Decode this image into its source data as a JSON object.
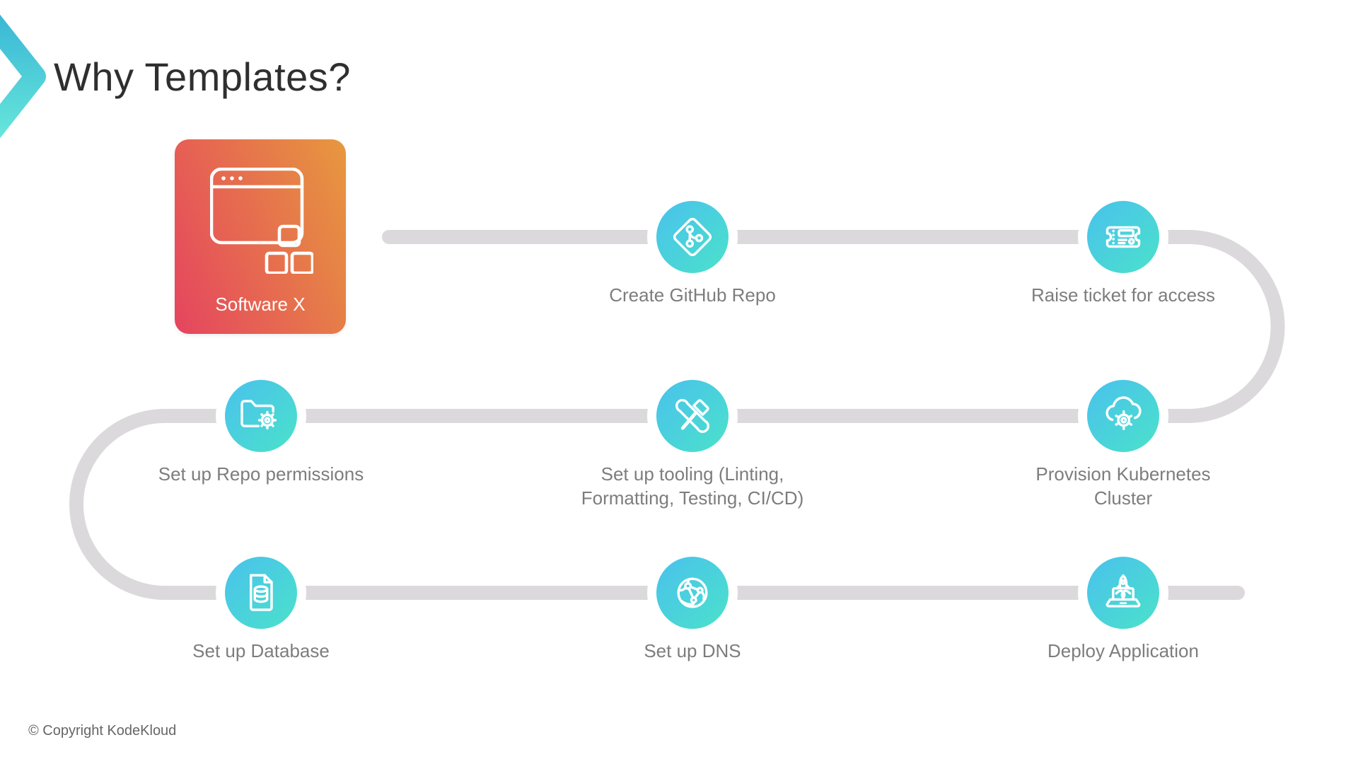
{
  "slide": {
    "title": "Why Templates?",
    "copyright": "© Copyright KodeKloud"
  },
  "brand": {
    "logo": "kodekloud-chevron-logo"
  },
  "source_card": {
    "label": "Software X",
    "icon": "app-window-icon"
  },
  "steps": [
    {
      "label": "Create GitHub Repo",
      "icon": "git-branch-icon"
    },
    {
      "label": "Raise ticket for access",
      "icon": "ticket-icon"
    },
    {
      "label": "Provision Kubernetes Cluster",
      "icon": "cloud-gear-icon"
    },
    {
      "label": "Set up tooling (Linting, Formatting, Testing, CI/CD)",
      "icon": "tools-icon"
    },
    {
      "label": "Set up Repo permissions",
      "icon": "folder-gear-icon"
    },
    {
      "label": "Set up Database",
      "icon": "document-database-icon"
    },
    {
      "label": "Set up DNS",
      "icon": "globe-network-icon"
    },
    {
      "label": "Deploy Application",
      "icon": "laptop-rocket-icon"
    }
  ],
  "colors": {
    "node_gradient_start": "#49c3eb",
    "node_gradient_end": "#4be0cc",
    "card_gradient_start": "#e5445f",
    "card_gradient_end": "#e7983e",
    "connector_path": "#dcd9dc",
    "label_text": "#7d7d7d",
    "title_text": "#2f2f2f",
    "logo_gradient_start": "#3ab7d6",
    "logo_gradient_end": "#66e6da"
  }
}
